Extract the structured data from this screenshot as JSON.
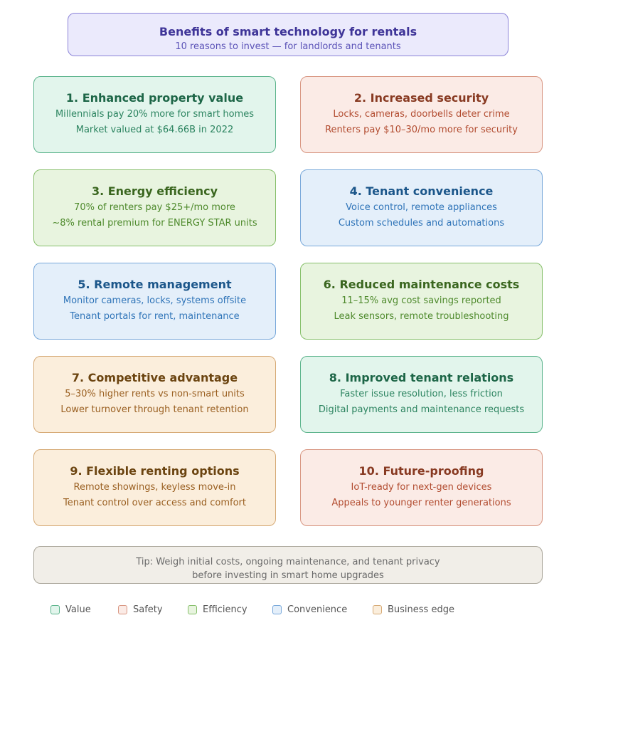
{
  "header": {
    "title": "Benefits of smart technology for rentals",
    "subtitle": "10 reasons to invest — for landlords and tenants"
  },
  "cards": [
    {
      "title": "1. Enhanced property value",
      "line1": "Millennials pay 20% more for smart homes",
      "line2": "Market valued at $64.66B in 2022",
      "category": "value"
    },
    {
      "title": "2. Increased security",
      "line1": "Locks, cameras, doorbells deter crime",
      "line2": "Renters pay $10–30/mo more for security",
      "category": "safety"
    },
    {
      "title": "3. Energy efficiency",
      "line1": "70% of renters pay $25+/mo more",
      "line2": "~8% rental premium for ENERGY STAR units",
      "category": "efficiency"
    },
    {
      "title": "4. Tenant convenience",
      "line1": "Voice control, remote appliances",
      "line2": "Custom schedules and automations",
      "category": "convenience"
    },
    {
      "title": "5. Remote management",
      "line1": "Monitor cameras, locks, systems offsite",
      "line2": "Tenant portals for rent, maintenance",
      "category": "convenience"
    },
    {
      "title": "6. Reduced maintenance costs",
      "line1": "11–15% avg cost savings reported",
      "line2": "Leak sensors, remote troubleshooting",
      "category": "efficiency"
    },
    {
      "title": "7. Competitive advantage",
      "line1": "5–30% higher rents vs non-smart units",
      "line2": "Lower turnover through tenant retention",
      "category": "business"
    },
    {
      "title": "8. Improved tenant relations",
      "line1": "Faster issue resolution, less friction",
      "line2": "Digital payments and maintenance requests",
      "category": "value"
    },
    {
      "title": "9. Flexible renting options",
      "line1": "Remote showings, keyless move-in",
      "line2": "Tenant control over access and comfort",
      "category": "business"
    },
    {
      "title": "10. Future-proofing",
      "line1": "IoT-ready for next-gen devices",
      "line2": "Appeals to younger renter generations",
      "category": "safety"
    }
  ],
  "tip": {
    "line1": "Tip: Weigh initial costs, ongoing maintenance, and tenant privacy",
    "line2": "before investing in smart home upgrades"
  },
  "legend": [
    {
      "label": "Value",
      "fill": "#e2f5ec",
      "stroke": "#5cb48c"
    },
    {
      "label": "Safety",
      "fill": "#fbebe6",
      "stroke": "#d89682"
    },
    {
      "label": "Efficiency",
      "fill": "#e8f4df",
      "stroke": "#86bf6a"
    },
    {
      "label": "Convenience",
      "fill": "#e4effa",
      "stroke": "#78a8da"
    },
    {
      "label": "Business edge",
      "fill": "#fbeedc",
      "stroke": "#d6aa76"
    }
  ]
}
